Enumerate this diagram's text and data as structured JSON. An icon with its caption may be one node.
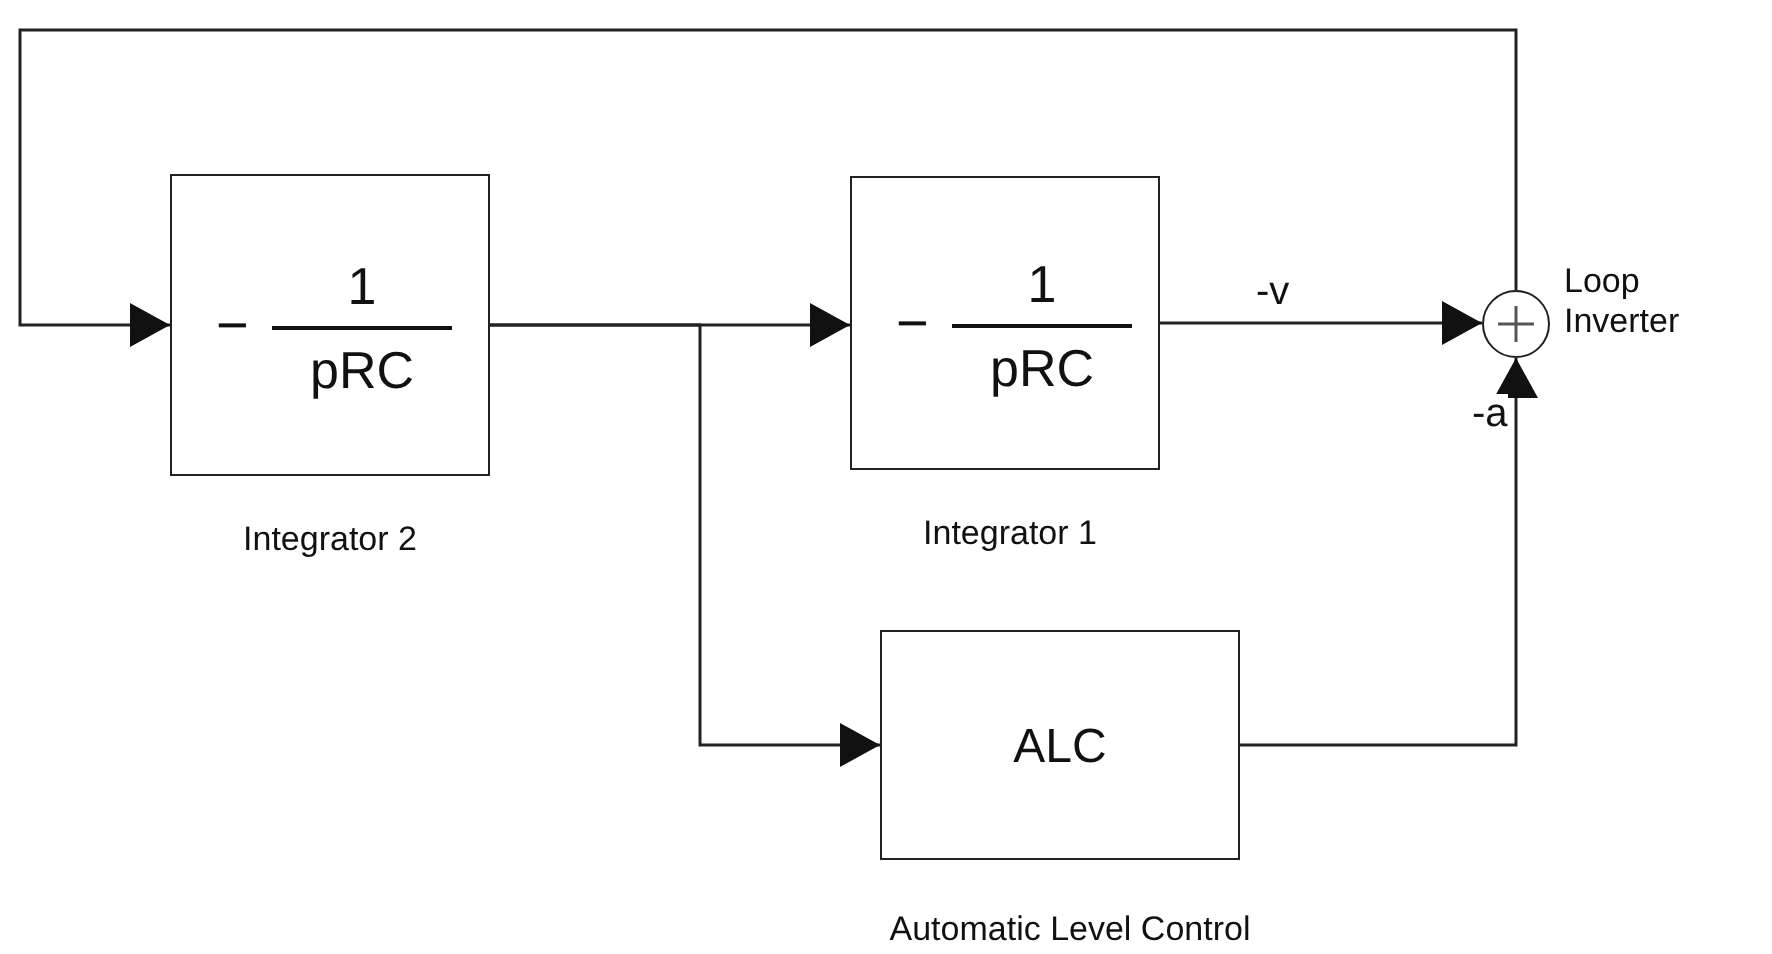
{
  "diagram": {
    "nodes": [
      {
        "text": [
          "−",
          "1",
          "pRC"
        ],
        "beside": [
          "Integrator 2"
        ]
      },
      {
        "text": [
          "−",
          "1",
          "pRC"
        ],
        "beside": [
          "Integrator 1"
        ]
      },
      {
        "text": [
          "ALC"
        ],
        "beside": [
          "Automatic Level Control"
        ]
      },
      {
        "text": [],
        "shape": "circle",
        "beside": [
          "Loop Inverter"
        ]
      }
    ],
    "edges": [
      {
        "from": 0,
        "to": 1,
        "arrow": "to"
      },
      {
        "from": 0,
        "to": 2,
        "arrow": "to"
      },
      {
        "from": 1,
        "to": 3,
        "arrow": "to",
        "label": "-v"
      },
      {
        "from": 2,
        "to": 3,
        "arrow": "to",
        "label": "-a"
      },
      {
        "from": 3,
        "to": 0,
        "arrow": "to"
      }
    ]
  }
}
